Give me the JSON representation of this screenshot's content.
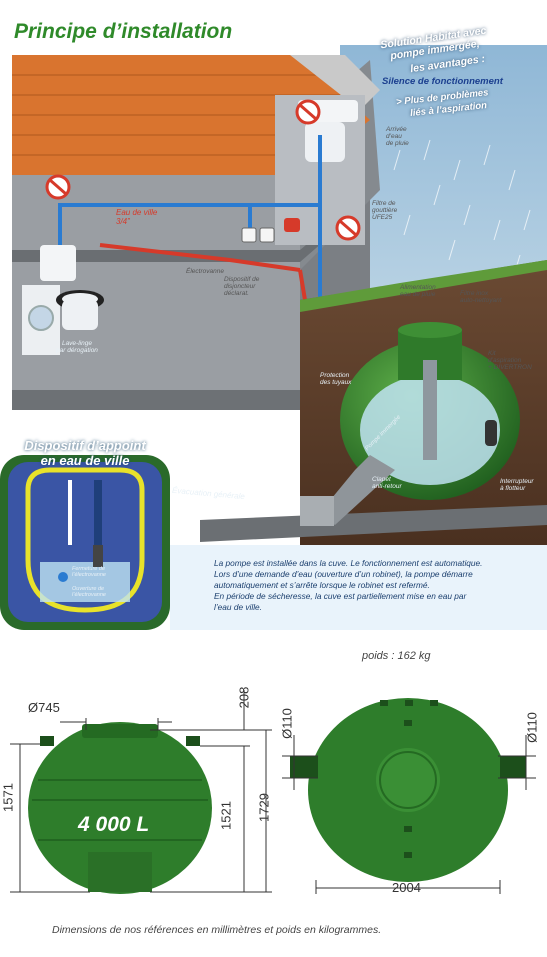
{
  "title": "Principe d’installation",
  "badge": {
    "line1": "Solution Habitat avec",
    "line2": "pompe immergée,",
    "line3": "les avantages :",
    "line4": "Silence de fonctionnement",
    "line5": "> Plus de problèmes",
    "line6": "liés à l’aspiration"
  },
  "labels": {
    "arrivee": [
      "Arrivée",
      "d’eau",
      "de pluie"
    ],
    "eau_de_ville": [
      "Eau de ville",
      "3/4”"
    ],
    "filtre_gouttiere": [
      "Filtre de",
      "gouttière",
      "UFE25"
    ],
    "electrovanne": "Électrovanne",
    "disjoncteur": [
      "Dispositif de",
      "disjoncteur",
      "déclarat."
    ],
    "lave_linge": [
      "Lave-linge",
      "par dérogation"
    ],
    "alimentation": [
      "Alimentation",
      "eau de pluie"
    ],
    "filtre_auto": [
      "Filtre inox",
      "auto-nettoyant"
    ],
    "kit_aspiration": [
      "Kit",
      "d’aspiration",
      "+ DIVERTRON"
    ],
    "protection_tuyaux": [
      "Protection",
      "des tuyaux"
    ],
    "clapet": [
      "Clapet",
      "anti-retour"
    ],
    "interrupteur": [
      "Interrupteur",
      "à flotteur"
    ],
    "evacuation": "Évacuation générale",
    "pompe_tag": "Pompe immergée"
  },
  "appoint": {
    "title1": "Dispositif d’appoint",
    "title2": "en eau de ville",
    "fermeture": [
      "Fermeture de",
      "l’électrovanne"
    ],
    "ouverture": [
      "Ouverture de",
      "l’électrovanne"
    ]
  },
  "description": [
    "La pompe est installée dans la cuve. Le fonctionnement est automatique.",
    "Lors d’une demande d’eau (ouverture d’un robinet), la pompe démarre",
    "automatiquement et s’arrête lorsque le robinet est refermé.",
    "En période de sécheresse, la cuve est partiellement mise en eau par",
    "l’eau de ville."
  ],
  "specs": {
    "poids": "poids : 162 kg",
    "volume": "4 000 L",
    "diam_inlet": "Ø745",
    "dim_208": "208",
    "dim_1571": "1571",
    "dim_1521": "1521",
    "dim_1729": "1729",
    "diam_110_left": "Ø110",
    "diam_110_right": "Ø110",
    "dim_2004": "2004"
  },
  "footer": "Dimensions de nos références en millimètres et poids en kilogrammes.",
  "colors": {
    "title_green": "#2f8a2a",
    "tank_green": "#2e7d2b",
    "roof": "#d9742f",
    "panel_blue": "#3a55a5",
    "desc_bg": "#e9f3fb",
    "pipe_blue": "#2a7bd1",
    "pipe_red": "#d63a2a"
  }
}
